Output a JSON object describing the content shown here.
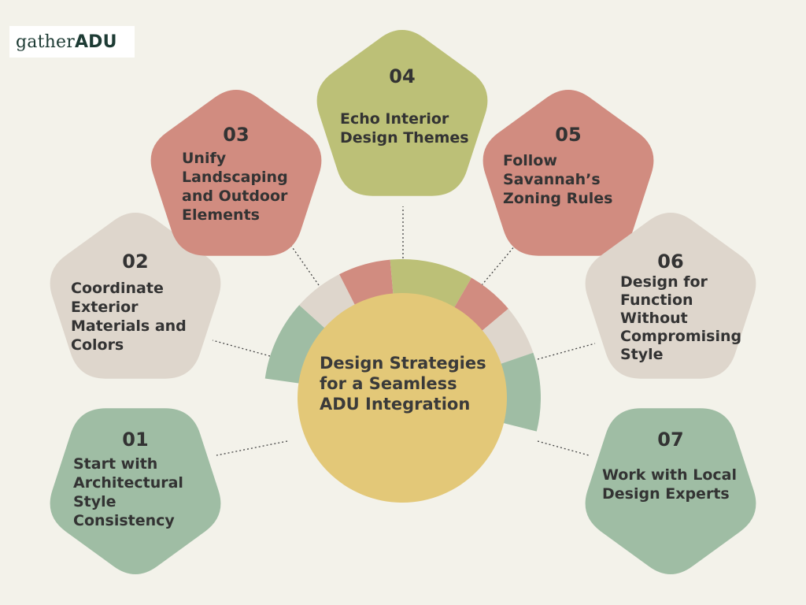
{
  "brand": {
    "part1": "gather",
    "part2": "ADU"
  },
  "colors": {
    "background": "#f3f2ea",
    "sage": "#9fbda4",
    "beige": "#ded6cc",
    "rose": "#d18c80",
    "olive": "#bcc077",
    "center": "#e3c878",
    "text": "#333333"
  },
  "center": {
    "lines": [
      "Design Strategies",
      "for a Seamless",
      "ADU Integration"
    ]
  },
  "steps": [
    {
      "number": "01",
      "lines": [
        "Start with",
        "Architectural",
        "Style",
        "Consistency"
      ],
      "color": "#9fbda4"
    },
    {
      "number": "02",
      "lines": [
        "Coordinate",
        "Exterior",
        "Materials and",
        "Colors"
      ],
      "color": "#ded6cc"
    },
    {
      "number": "03",
      "lines": [
        "Unify",
        "Landscaping",
        "and Outdoor",
        "Elements"
      ],
      "color": "#d18c80"
    },
    {
      "number": "04",
      "lines": [
        "Echo Interior",
        "Design Themes"
      ],
      "color": "#bcc077"
    },
    {
      "number": "05",
      "lines": [
        "Follow",
        "Savannah’s",
        "Zoning Rules"
      ],
      "color": "#d18c80"
    },
    {
      "number": "06",
      "lines": [
        "Design for",
        "Function",
        "Without",
        "Compromising",
        "Style"
      ],
      "color": "#ded6cc"
    },
    {
      "number": "07",
      "lines": [
        "Work with Local",
        "Design Experts"
      ],
      "color": "#9fbda4"
    }
  ]
}
